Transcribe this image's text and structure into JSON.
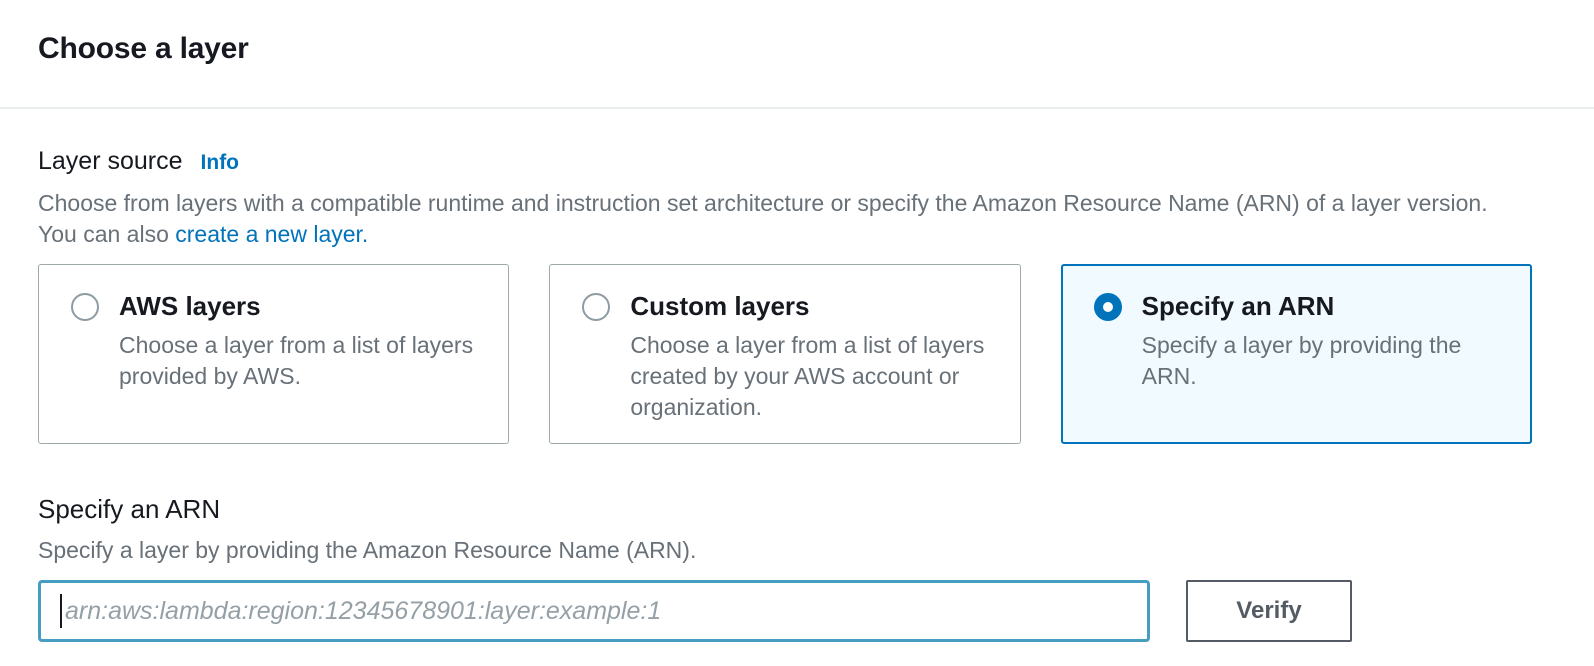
{
  "header": {
    "title": "Choose a layer"
  },
  "layer_source": {
    "label": "Layer source",
    "info_label": "Info",
    "description_before_link": "Choose from layers with a compatible runtime and instruction set architecture or specify the Amazon Resource Name (ARN) of a layer version. You can also ",
    "link_text": "create a new layer."
  },
  "options": [
    {
      "title": "AWS layers",
      "description": "Choose a layer from a list of layers provided by AWS.",
      "selected": false
    },
    {
      "title": "Custom layers",
      "description": "Choose a layer from a list of layers created by your AWS account or organization.",
      "selected": false
    },
    {
      "title": "Specify an ARN",
      "description": "Specify a layer by providing the ARN.",
      "selected": true
    }
  ],
  "arn_section": {
    "title": "Specify an ARN",
    "description": "Specify a layer by providing the Amazon Resource Name (ARN).",
    "input_value": "",
    "input_placeholder": "arn:aws:lambda:region:12345678901:layer:example:1",
    "verify_button_label": "Verify"
  },
  "colors": {
    "accent_blue": "#0073bb",
    "selected_card_bg": "#f1faff",
    "focus_input_border": "#459dc1",
    "heading_text": "#16191f",
    "secondary_text": "#687078",
    "card_border": "#9ea9ac",
    "button_border": "#545b64",
    "divider": "#eaeded"
  }
}
